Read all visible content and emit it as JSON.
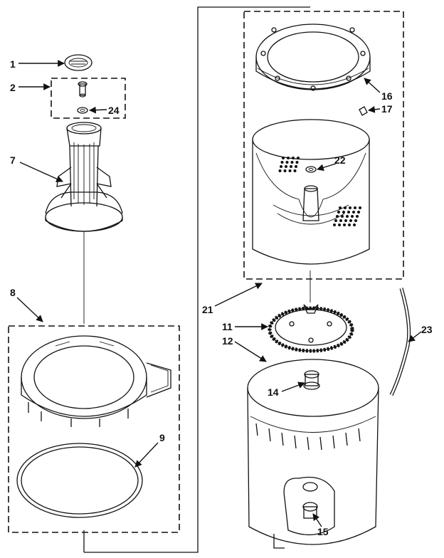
{
  "diagram": {
    "callouts": [
      {
        "key": "agitator_cap",
        "text": "1"
      },
      {
        "key": "bolt_assembly",
        "text": "2"
      },
      {
        "key": "agitator",
        "text": "7"
      },
      {
        "key": "bolt_washer",
        "text": "24"
      },
      {
        "key": "ring_assembly",
        "text": "8"
      },
      {
        "key": "ring_seal",
        "text": "9"
      },
      {
        "key": "tub_ring",
        "text": "16"
      },
      {
        "key": "clip",
        "text": "17"
      },
      {
        "key": "basket_nut",
        "text": "22"
      },
      {
        "key": "basket_assembly",
        "text": "21"
      },
      {
        "key": "basket_drive",
        "text": "11"
      },
      {
        "key": "outer_tub",
        "text": "12"
      },
      {
        "key": "tub_seal",
        "text": "14"
      },
      {
        "key": "hose",
        "text": "23"
      },
      {
        "key": "drain_fitting",
        "text": "15"
      }
    ]
  }
}
